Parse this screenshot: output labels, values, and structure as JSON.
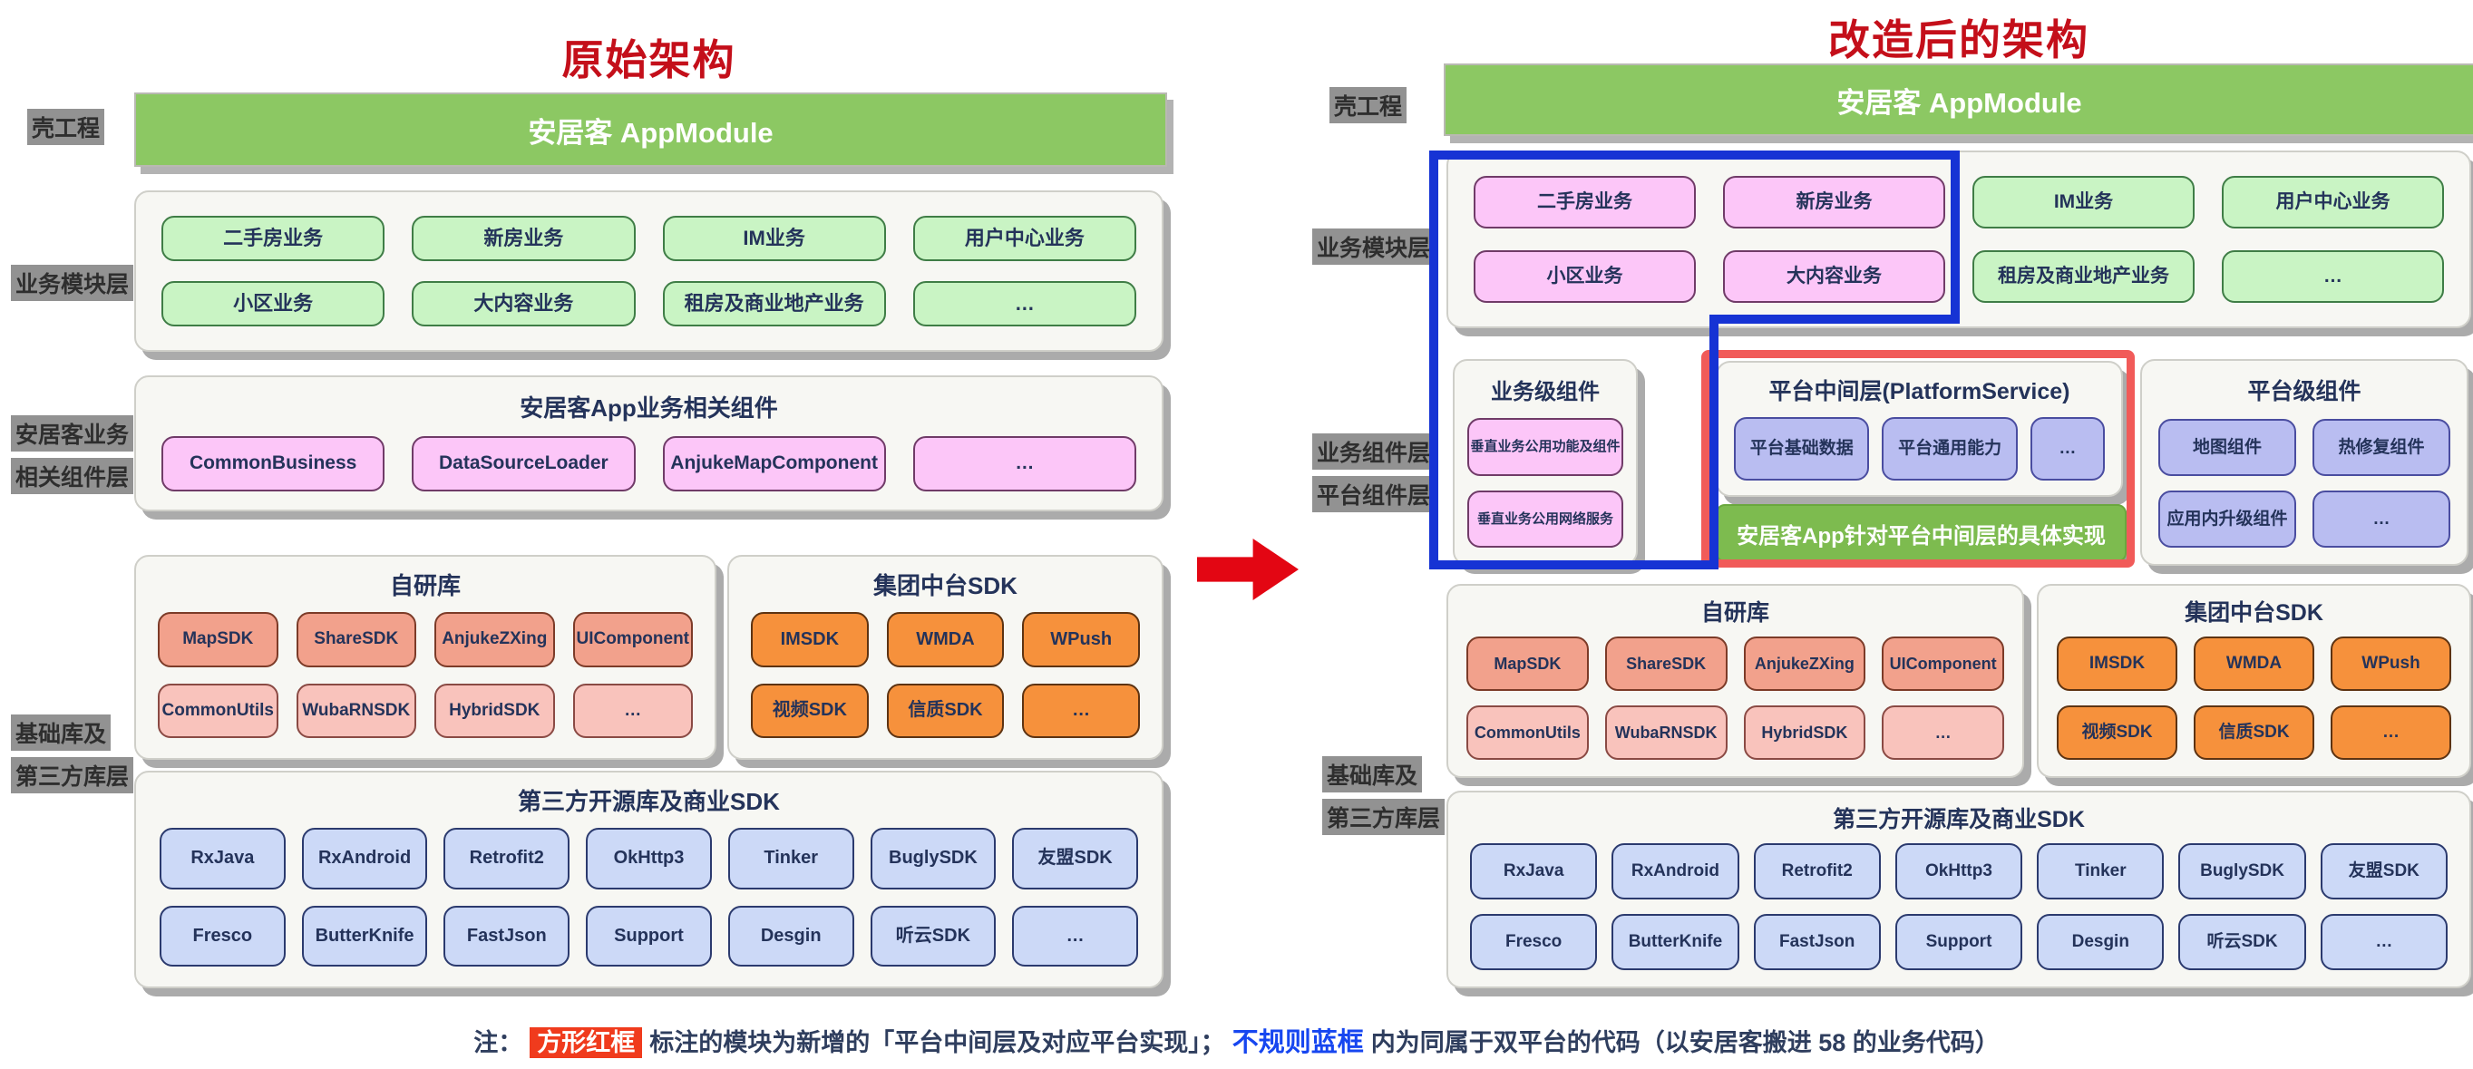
{
  "left": {
    "title": "原始架构",
    "banner": "安居客 AppModule",
    "labels": {
      "shell": "壳工程",
      "modules": "业务模块层",
      "components_line1": "安居客业务",
      "components_line2": "相关组件层",
      "foundation_line1": "基础库及",
      "foundation_line2": "第三方库层"
    },
    "modules": [
      "二手房业务",
      "新房业务",
      "IM业务",
      "用户中心业务",
      "小区业务",
      "大内容业务",
      "租房及商业地产业务",
      "…"
    ],
    "biz_components": {
      "title": "安居客App业务相关组件",
      "items": [
        "CommonBusiness",
        "DataSourceLoader",
        "AnjukeMapComponent",
        "…"
      ]
    },
    "self_libs": {
      "title": "自研库",
      "items": [
        {
          "t": "MapSDK",
          "c": "salmon"
        },
        {
          "t": "ShareSDK",
          "c": "salmon"
        },
        {
          "t": "AnjukeZXing",
          "c": "salmon"
        },
        {
          "t": "UIComponent",
          "c": "salmon"
        },
        {
          "t": "CommonUtils",
          "c": "lightred"
        },
        {
          "t": "WubaRNSDK",
          "c": "lightred"
        },
        {
          "t": "HybridSDK",
          "c": "lightred"
        },
        {
          "t": "…",
          "c": "lightred"
        }
      ]
    },
    "group_sdk": {
      "title": "集团中台SDK",
      "items": [
        "IMSDK",
        "WMDA",
        "WPush",
        "视频SDK",
        "信质SDK",
        "…"
      ]
    },
    "third_party": {
      "title": "第三方开源库及商业SDK",
      "items": [
        "RxJava",
        "RxAndroid",
        "Retrofit2",
        "OkHttp3",
        "Tinker",
        "BuglySDK",
        "友盟SDK",
        "Fresco",
        "ButterKnife",
        "FastJson",
        "Support",
        "Desgin",
        "听云SDK",
        "…"
      ]
    }
  },
  "right": {
    "title": "改造后的架构",
    "banner": "安居客 AppModule",
    "labels": {
      "shell": "壳工程",
      "modules": "业务模块层",
      "components_line1": "业务组件层",
      "components_line2": "平台组件层",
      "foundation_line1": "基础库及",
      "foundation_line2": "第三方库层"
    },
    "modules": [
      {
        "t": "二手房业务",
        "c": "pink"
      },
      {
        "t": "新房业务",
        "c": "pink"
      },
      {
        "t": "IM业务",
        "c": "green"
      },
      {
        "t": "用户中心业务",
        "c": "green"
      },
      {
        "t": "小区业务",
        "c": "pink"
      },
      {
        "t": "大内容业务",
        "c": "pink"
      },
      {
        "t": "租房及商业地产业务",
        "c": "green"
      },
      {
        "t": "…",
        "c": "green"
      }
    ],
    "biz_level": {
      "title": "业务级组件",
      "items": [
        "垂直业务公用功能及组件",
        "垂直业务公用网络服务"
      ]
    },
    "platform_mid": {
      "title": "平台中间层(PlatformService)",
      "items": [
        "平台基础数据",
        "平台通用能力",
        "…"
      ],
      "impl": "安居客App针对平台中间层的具体实现"
    },
    "platform_level": {
      "title": "平台级组件",
      "items": [
        "地图组件",
        "热修复组件",
        "应用内升级组件",
        "…"
      ]
    },
    "self_libs": {
      "title": "自研库",
      "items": [
        {
          "t": "MapSDK",
          "c": "salmon"
        },
        {
          "t": "ShareSDK",
          "c": "salmon"
        },
        {
          "t": "AnjukeZXing",
          "c": "salmon"
        },
        {
          "t": "UIComponent",
          "c": "salmon"
        },
        {
          "t": "CommonUtils",
          "c": "lightred"
        },
        {
          "t": "WubaRNSDK",
          "c": "lightred"
        },
        {
          "t": "HybridSDK",
          "c": "lightred"
        },
        {
          "t": "…",
          "c": "lightred"
        }
      ]
    },
    "group_sdk": {
      "title": "集团中台SDK",
      "items": [
        "IMSDK",
        "WMDA",
        "WPush",
        "视频SDK",
        "信质SDK",
        "…"
      ]
    },
    "third_party": {
      "title": "第三方开源库及商业SDK",
      "items": [
        "RxJava",
        "RxAndroid",
        "Retrofit2",
        "OkHttp3",
        "Tinker",
        "BuglySDK",
        "友盟SDK",
        "Fresco",
        "ButterKnife",
        "FastJson",
        "Support",
        "Desgin",
        "听云SDK",
        "…"
      ]
    }
  },
  "caption": {
    "prefix": "注：",
    "red_highlight": "方形红框",
    "middle": "标注的模块为新增的「平台中间层及对应平台实现」；",
    "blue_highlight": "不规则蓝框",
    "suffix": "内为同属于双平台的代码（以安居客搬进 58 的业务代码）"
  },
  "colors": {
    "title_red": "#c40f1a",
    "banner_green": "#8cc863",
    "impl_green": "#7dbb4f",
    "frame_blue": "#1633d4",
    "frame_red": "#f15b59",
    "arrow_red": "#e30613"
  }
}
